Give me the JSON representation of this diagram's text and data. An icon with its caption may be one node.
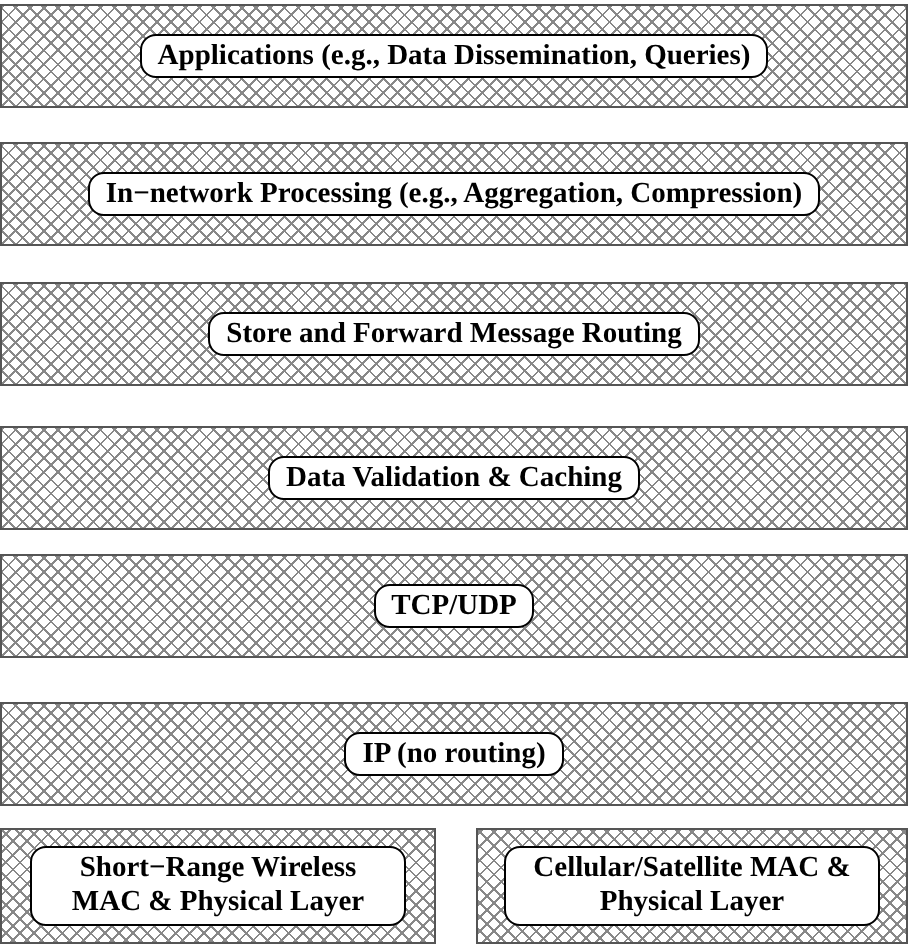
{
  "diagram": {
    "nodes": [
      {
        "text": [
          "Applications (e.g., Data Dissemination, Queries)"
        ]
      },
      {
        "text": [
          "In−network Processing (e.g., Aggregation, Compression)"
        ]
      },
      {
        "text": [
          "Store and Forward Message Routing"
        ]
      },
      {
        "text": [
          "Data Validation & Caching"
        ]
      },
      {
        "text": [
          "TCP/UDP"
        ]
      },
      {
        "text": [
          "IP (no routing)"
        ]
      },
      {
        "text": [
          "Short−Range Wireless MAC & Physical Layer"
        ]
      },
      {
        "text": [
          "Cellular/Satellite MAC & Physical Layer"
        ]
      }
    ]
  }
}
